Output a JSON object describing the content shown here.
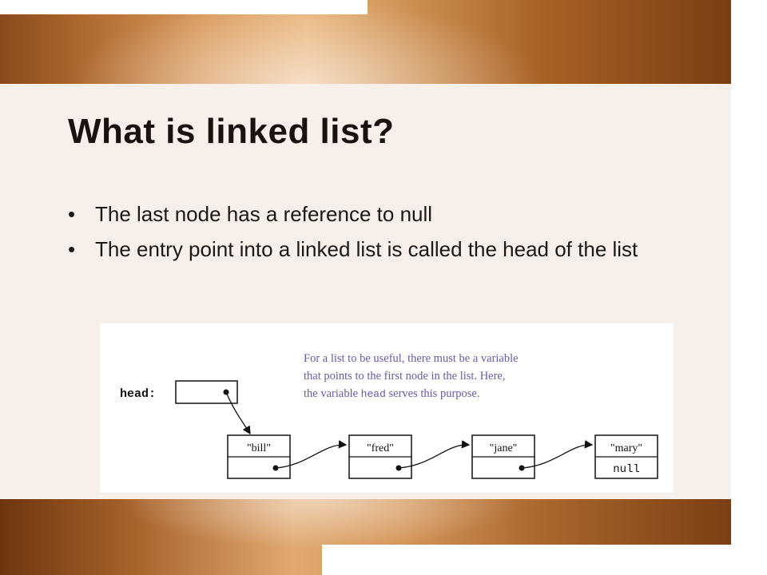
{
  "slide": {
    "title": "What is linked list?",
    "bullets": [
      "The last node has a reference to null",
      "The entry point into a linked list is called the head of the list"
    ]
  },
  "diagram": {
    "head_label": "head:",
    "note_lines": [
      "For a list to be useful, there must be a variable",
      "that points to the first node in the list.  Here,",
      "the variable ",
      "head",
      " serves this purpose."
    ],
    "nodes": [
      "\"bill\"",
      "\"fred\"",
      "\"jane\"",
      "\"mary\""
    ],
    "null_label": "null"
  }
}
